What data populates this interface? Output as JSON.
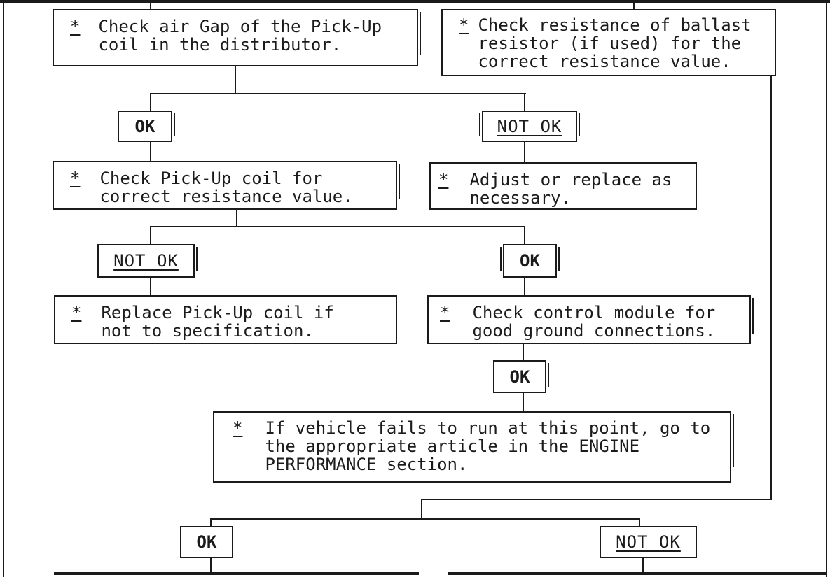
{
  "diagram": {
    "bullet": "*",
    "labels": {
      "ok": "OK",
      "not_ok": "NOT OK"
    },
    "nodes": {
      "air_gap": {
        "text": "Check air Gap of the Pick-Up\ncoil in the distributor."
      },
      "ballast": {
        "text": "Check resistance of ballast\nresistor (if used) for the\ncorrect resistance value."
      },
      "pickup_resistance": {
        "text": "Check Pick-Up coil for\ncorrect resistance value."
      },
      "adjust_replace": {
        "text": "Adjust or replace as\nnecessary."
      },
      "replace_coil": {
        "text": "Replace Pick-Up coil if\nnot to specification."
      },
      "control_module": {
        "text": "Check control module for\ngood ground connections."
      },
      "engine_performance": {
        "text": "If vehicle fails to run at this point, go to\nthe appropriate article in the ENGINE\nPERFORMANCE section."
      }
    },
    "colors": {
      "ink": "#1b1b1b",
      "background": "#ffffff"
    }
  }
}
